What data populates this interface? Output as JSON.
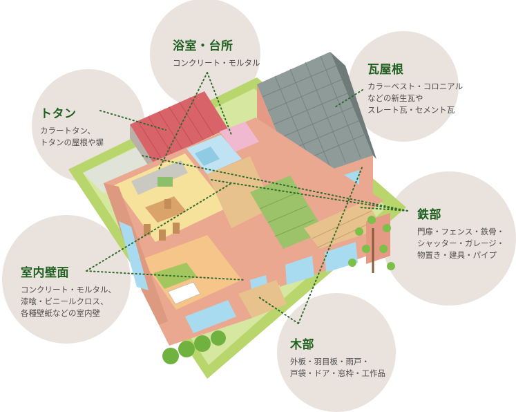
{
  "labels": {
    "bath_kitchen": {
      "title": "浴室・台所",
      "lines": [
        "コンクリート・モルタル"
      ]
    },
    "kawara_roof": {
      "title": "瓦屋根",
      "lines": [
        "カラーベスト・コロニアル",
        "などの新生瓦や",
        "スレート瓦・セメント瓦"
      ]
    },
    "tin": {
      "title": "トタン",
      "lines": [
        "カラートタン、",
        "トタンの屋根や塀"
      ]
    },
    "steel": {
      "title": "鉄部",
      "lines": [
        "門扉・フェンス・鉄骨・",
        "シャッター・ガレージ・",
        "物置き・建具・パイプ"
      ]
    },
    "interior_wall": {
      "title": "室内壁面",
      "lines": [
        "コンクリート・モルタル、",
        "漆喰・ビニールクロス、",
        "各種壁紙などの室内壁"
      ]
    },
    "wood": {
      "title": "木部",
      "lines": [
        "外板・羽目板・雨戸・",
        "戸袋・ドア・窓枠・工作品"
      ]
    }
  },
  "colors": {
    "bubble_bg": "#eae3dd",
    "title_green": "#1f5f1f",
    "lawn": "#b8d66c",
    "lawn_light": "#d6e8a0",
    "red_roof": "#d8646a",
    "grey_roof": "#8e9b98",
    "wall_salmon": "#e9a88f",
    "floor_wood": "#e7c28d",
    "floor_yellow": "#f6e29a",
    "tatami": "#9cc26a",
    "window_blue": "#a9dbf0",
    "dotline": "#2e6a2e"
  }
}
